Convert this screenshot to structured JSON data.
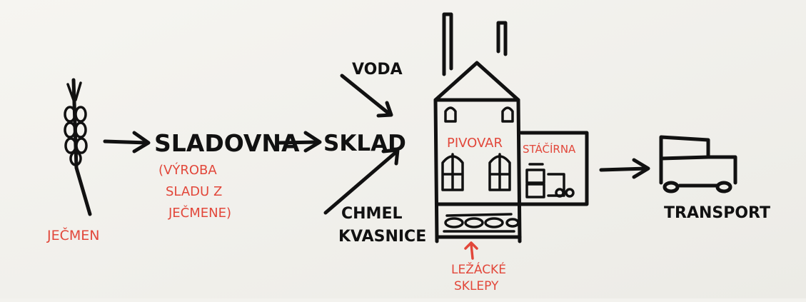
{
  "labels": {
    "jecmen": "JEČMEN",
    "sladovna": "SLADOVNA",
    "vyroba_1": "(VÝROBA",
    "vyroba_2": "SLADU Z",
    "vyroba_3": "JEČMENE)",
    "sklad": "SKLAD",
    "voda": "VODA",
    "chmel": "CHMEL",
    "kvasnice": "KVASNICE",
    "pivovar": "PIVOVAR",
    "stacirna": "STÁČÍRNA",
    "lezacke": "LEŽÁCKÉ",
    "sklepy": "SKLEPY",
    "transport": "TRANSPORT"
  },
  "colors": {
    "ink": "#111111",
    "red_marker": "#e2473a",
    "paper": "#f3f2ee"
  }
}
